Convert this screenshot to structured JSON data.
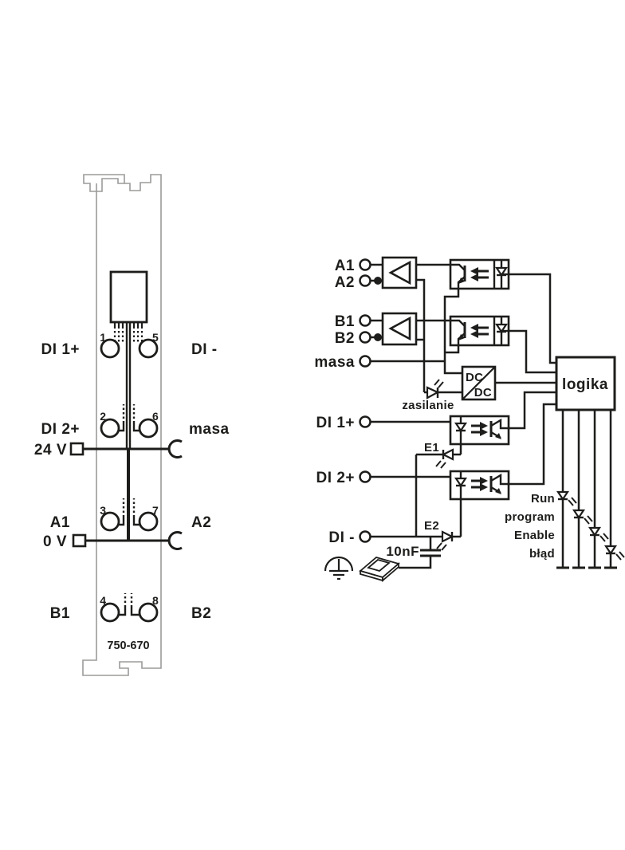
{
  "colors": {
    "ink": "#1d1d1b",
    "body_outline": "#9b9b9a",
    "background": "#ffffff"
  },
  "module": {
    "model": "750-670",
    "pin_numbers": [
      "1",
      "5",
      "2",
      "6",
      "3",
      "7",
      "4",
      "8"
    ],
    "left_labels": [
      "DI 1+",
      "DI 2+",
      "24 V",
      "A1",
      "0 V",
      "B1"
    ],
    "right_labels": [
      "DI -",
      "masa",
      "A2",
      "B2"
    ]
  },
  "schematic": {
    "terminals": [
      "A1",
      "A2",
      "B1",
      "B2",
      "masa",
      "DI 1+",
      "DI 2+",
      "DI -"
    ],
    "dcdc_top": "DC",
    "dcdc_bottom": "DC",
    "logic_label": "logika",
    "power_led_label": "zasilanie",
    "suppressors": [
      "E1",
      "E2"
    ],
    "capacitor_label": "10nF",
    "status_leds": [
      "Run",
      "program",
      "Enable",
      "błąd"
    ]
  }
}
